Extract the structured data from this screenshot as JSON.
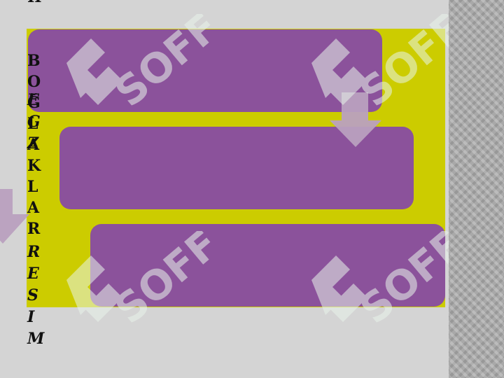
{
  "top_fragment": "II",
  "vertical_text_a": [
    "B",
    "O",
    "Ğ",
    "L",
    "A",
    "K",
    "L",
    "A",
    "R"
  ],
  "vertical_text_b": [
    "E",
    "G",
    "Z",
    "",
    "",
    "",
    "",
    "R",
    "E",
    "S",
    "I",
    "M"
  ],
  "watermark": {
    "label": "SOFF",
    "icon": "soff-logo-icon"
  },
  "colors": {
    "background": "#d4d4d4",
    "panel": "#cccc00",
    "box": "#8b529b",
    "arrow": "#b9a0bf",
    "strip": "#a9a9a9"
  }
}
